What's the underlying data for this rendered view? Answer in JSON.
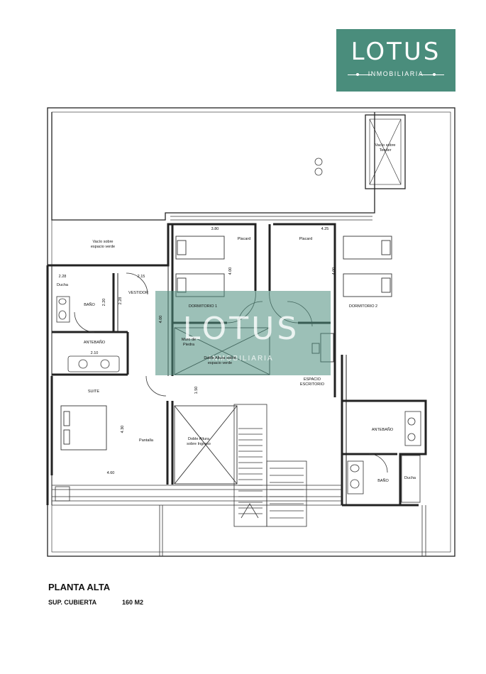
{
  "brand": {
    "name": "LOTUS",
    "subtitle": "INMOBILIARIA",
    "color": "#4a8d7c"
  },
  "watermark": {
    "name": "LOTUS",
    "subtitle": "INMOBILIARIA"
  },
  "rooms": {
    "vacio_tender": "Vacío sobre Tender",
    "vacio_verde": "Vacío sobre espacio verde",
    "ducha_1": "Ducha",
    "bano_1": "BAÑO",
    "vestidor": "VESTIDOR",
    "antebano_1": "ANTEBAÑO",
    "suite": "SUITE",
    "pantalla": "Pantalla",
    "dormitorio_1": "DORMITORIO 1",
    "placard_1": "Placard",
    "placard_2": "Placard",
    "dormitorio_2": "DORMITORIO 2",
    "muro_piedra": "Muro de Piedra",
    "doble_altura_verde": "Doble Altura sobre espacio verde",
    "espacio_escritorio": "ESPACIO ESCRITORIO",
    "doble_altura_ingreso": "Doble Altura sobre Ingreso",
    "antebano_2": "ANTEBAÑO",
    "bano_2": "BAÑO",
    "ducha_2": "Ducha"
  },
  "dims": {
    "d_3_80": "3.80",
    "d_4_25": "4.25",
    "d_4_00a": "4.00",
    "d_4_00b": "4.00",
    "d_2_28a": "2.28",
    "d_2_15": "2.15",
    "d_2_20": "2.20",
    "d_2_28b": "2.28",
    "d_4_00c": "4.00",
    "d_2_10": "2.10",
    "d_1_50": "1.50",
    "d_4_30": "4.30",
    "d_4_60": "4.60"
  },
  "footer": {
    "title": "PLANTA ALTA",
    "sup_label": "SUP. CUBIERTA",
    "area": "160 M2"
  }
}
